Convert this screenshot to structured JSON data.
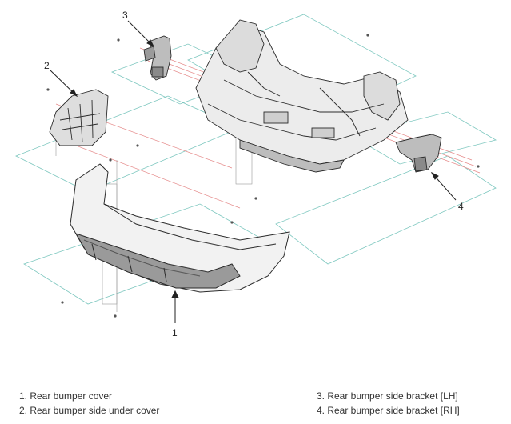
{
  "callouts": [
    {
      "number": "1",
      "label": "Rear bumper cover"
    },
    {
      "number": "2",
      "label": "Rear bumper side under cover"
    },
    {
      "number": "3",
      "label": "Rear bumper side bracket [LH]"
    },
    {
      "number": "4",
      "label": "Rear bumper side bracket [RH]"
    }
  ],
  "legend": {
    "item1": "1. Rear bumper cover",
    "item2": "2. Rear bumper side under cover",
    "item3": "3. Rear bumper side bracket [LH]",
    "item4": "4. Rear bumper side bracket [RH]"
  },
  "colors": {
    "line": "#2b2b2b",
    "guide_teal": "#7fc8c0",
    "guide_red": "#e58a8a",
    "fill_light": "#ececec",
    "fill_dark": "#9a9a9a"
  }
}
